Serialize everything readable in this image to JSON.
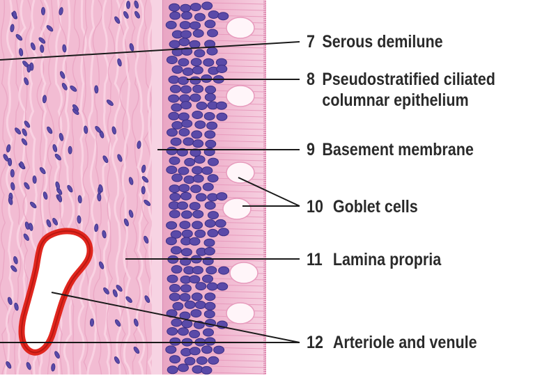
{
  "labels": [
    {
      "number": "7",
      "text": "Serous demilune"
    },
    {
      "number": "8",
      "text": "Pseudostratified ciliated",
      "text2": "columnar epithelium"
    },
    {
      "number": "9",
      "text": "Basement membrane"
    },
    {
      "number": "10",
      "text": "Goblet cells"
    },
    {
      "number": "11",
      "text": "Lamina propria"
    },
    {
      "number": "12",
      "text": "Arteriole and venule"
    }
  ],
  "colors": {
    "tissue_pink": "#f0b6cf",
    "tissue_light": "#f8d8e6",
    "nucleus": "#5a4aa8",
    "nucleus_dark": "#3b2f85",
    "vessel_wall": "#e0261e",
    "leader_line": "#1a1a1a",
    "label_text": "#2a2a2a"
  }
}
